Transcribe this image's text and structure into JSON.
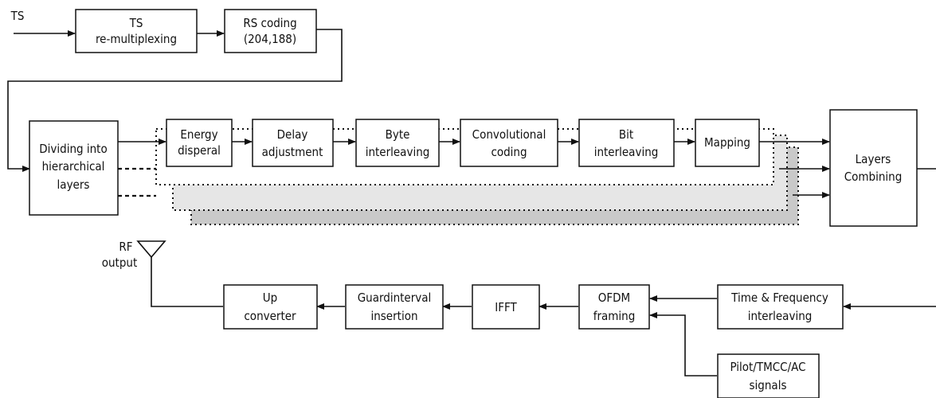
{
  "colors": {
    "line": "#111111",
    "layer_b_fill": "#e6e6e6",
    "layer_c_fill": "#c9c9c9"
  },
  "inputs": {
    "ts": "TS"
  },
  "blocks": {
    "ts_remux": [
      "TS",
      "re-multiplexing"
    ],
    "rs_coding": [
      "RS coding",
      "(204,188)"
    ],
    "dividing": [
      "Dividing into",
      "hierarchical",
      "layers"
    ],
    "energy": [
      "Energy",
      "disperal"
    ],
    "delay": [
      "Delay",
      "adjustment"
    ],
    "byte": [
      "Byte",
      "interleaving"
    ],
    "conv": [
      "Convolutional",
      "coding"
    ],
    "bit": [
      "Bit",
      "interleaving"
    ],
    "mapping": [
      "Mapping"
    ],
    "combining": [
      "Layers",
      "Combining"
    ],
    "time_freq": [
      "Time & Frequency",
      "interleaving"
    ],
    "ofdm": [
      "OFDM",
      "framing"
    ],
    "pilot": [
      "Pilot/TMCC/AC",
      "signals"
    ],
    "ifft": [
      "IFFT"
    ],
    "guard": [
      "Guardinterval",
      "insertion"
    ],
    "upconv": [
      "Up",
      "converter"
    ]
  },
  "output": {
    "rf": [
      "RF",
      "output"
    ],
    "antenna_icon": "antenna-icon"
  }
}
